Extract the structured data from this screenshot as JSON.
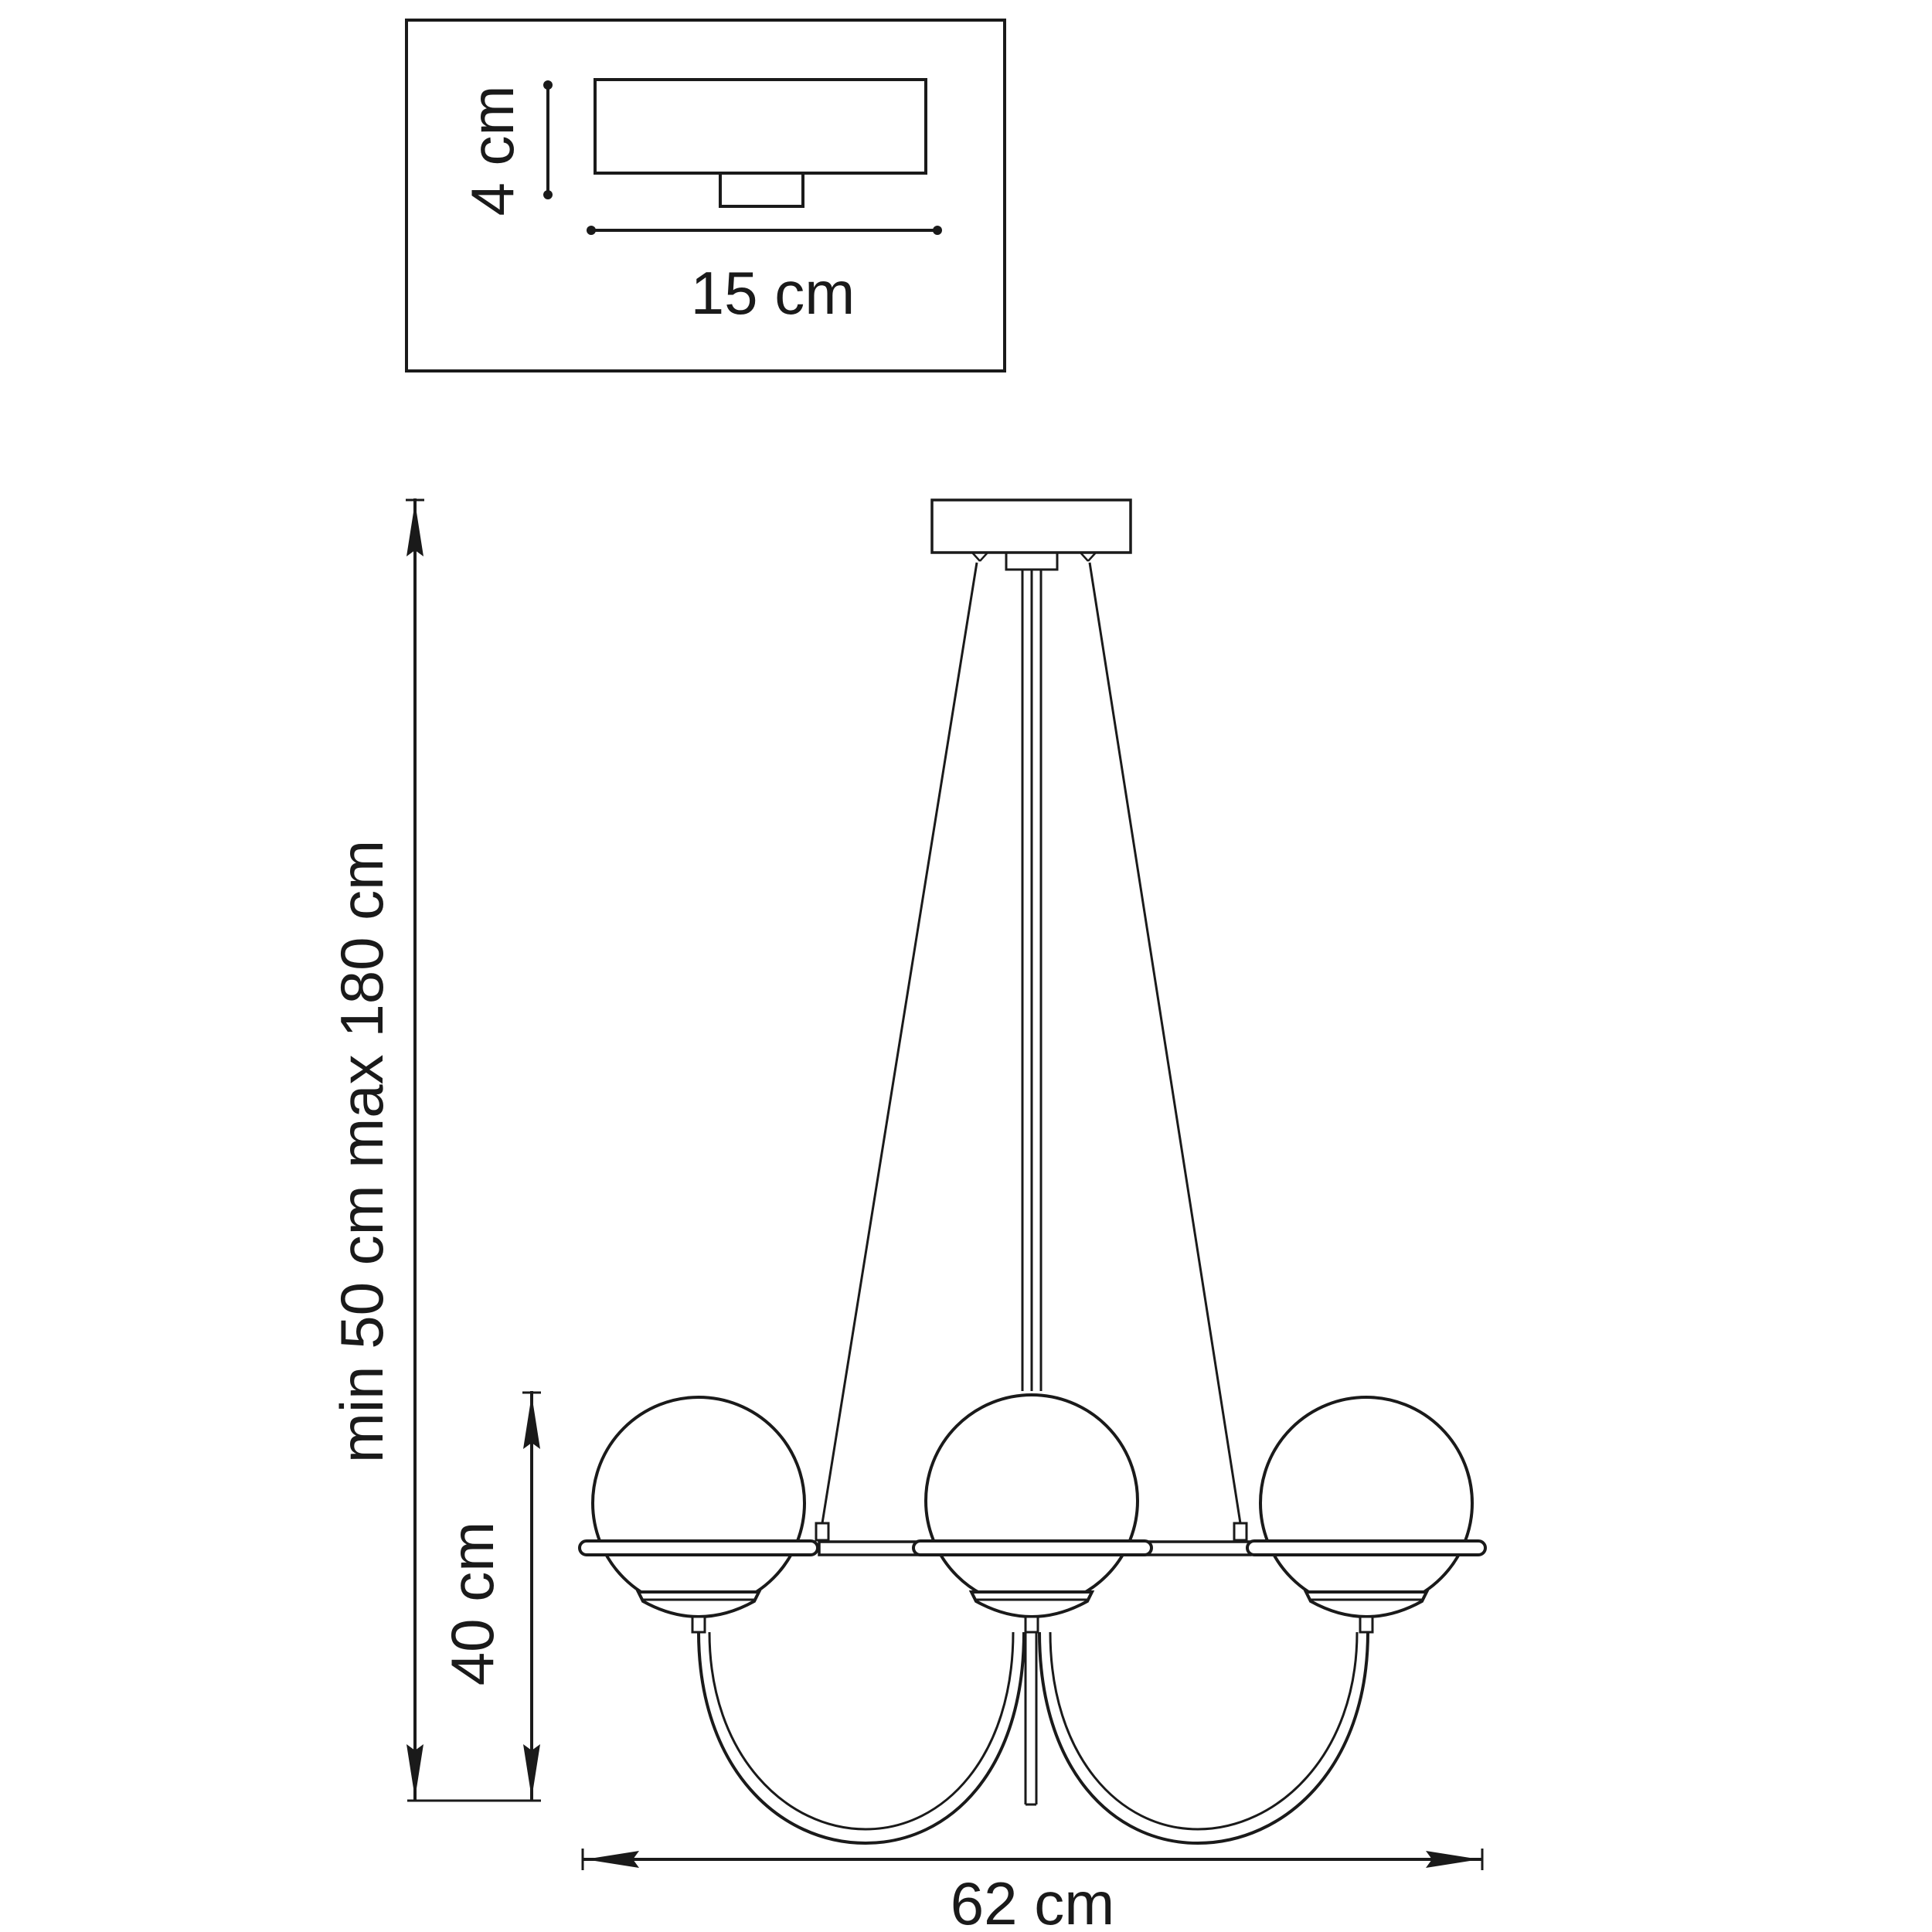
{
  "labels": {
    "canopy_height": "4 cm",
    "canopy_width": "15 cm",
    "total_height": "min 50 cm max 180 cm",
    "body_height": "40 cm",
    "total_width": "62 cm"
  },
  "colors": {
    "line": "#1a1a1a",
    "background": "#ffffff"
  }
}
